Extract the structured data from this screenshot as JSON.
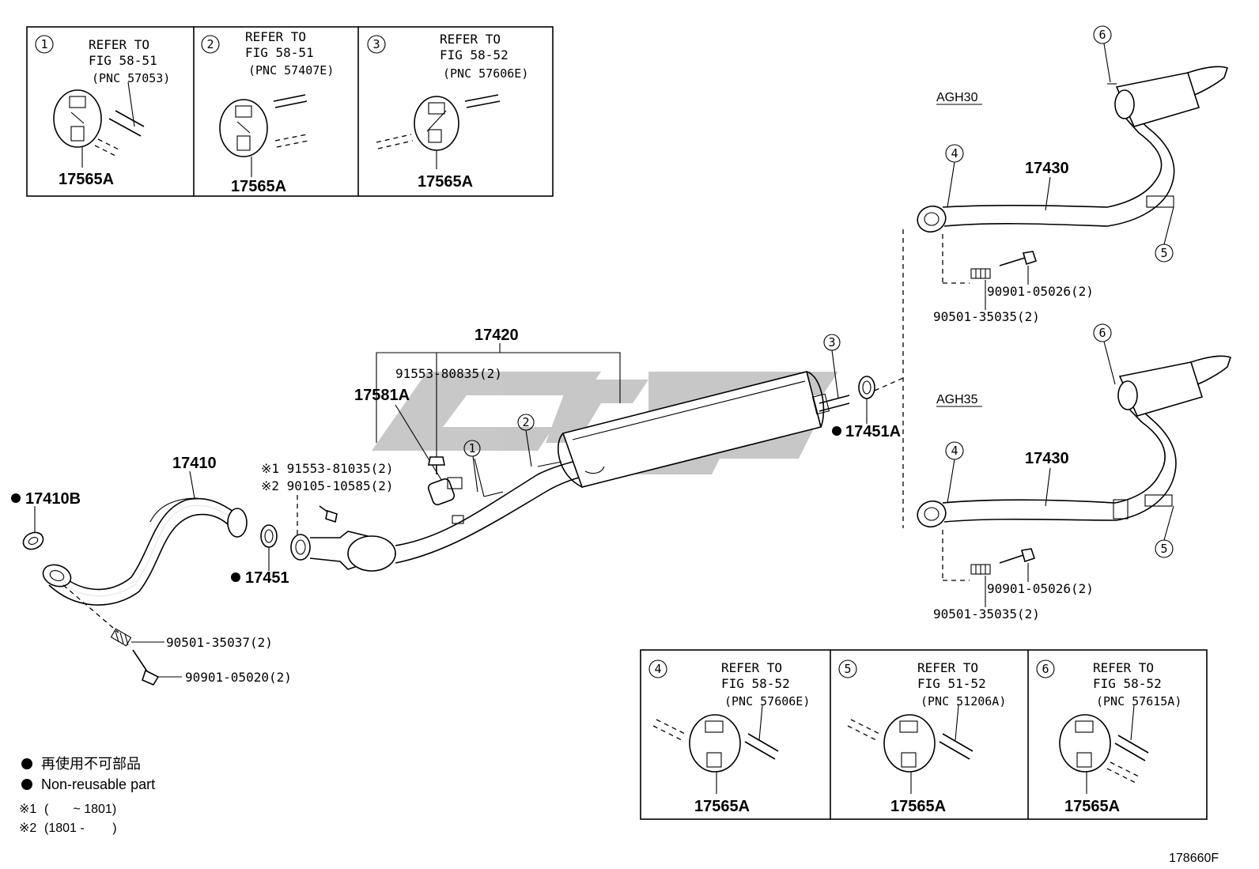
{
  "colors": {
    "line": "#000000",
    "watermark": "#9a9a9a",
    "background": "#ffffff"
  },
  "insets_top": [
    {
      "num": "1",
      "refer": "REFER TO",
      "fig": "FIG 58-51",
      "pnc": "(PNC 57053)",
      "part": "17565A"
    },
    {
      "num": "2",
      "refer": "REFER TO",
      "fig": "FIG 58-51",
      "pnc": "(PNC 57407E)",
      "part": "17565A"
    },
    {
      "num": "3",
      "refer": "REFER TO",
      "fig": "FIG 58-52",
      "pnc": "(PNC 57606E)",
      "part": "17565A"
    }
  ],
  "insets_bottom": [
    {
      "num": "4",
      "refer": "REFER TO",
      "fig": "FIG 58-52",
      "pnc": "(PNC 57606E)",
      "part": "17565A"
    },
    {
      "num": "5",
      "refer": "REFER TO",
      "fig": "FIG 51-52",
      "pnc": "(PNC 51206A)",
      "part": "17565A"
    },
    {
      "num": "6",
      "refer": "REFER TO",
      "fig": "FIG 58-52",
      "pnc": "(PNC 57615A)",
      "part": "17565A"
    }
  ],
  "variants": {
    "upper": "AGH30",
    "lower": "AGH35"
  },
  "parts": {
    "p17410B": "17410B",
    "p17410": "17410",
    "p17451": "17451",
    "p17451A": "17451A",
    "p17420": "17420",
    "p17581A": "17581A",
    "p17430_upper": "17430",
    "p17430_lower": "17430",
    "bolt_91553_80835": "91553-80835(2)",
    "bolt_91553_81035": "※1 91553-81035(2)",
    "bolt_90105_10585": "※2 90105-10585(2)",
    "spring_90501_35037": "90501-35037(2)",
    "bolt_90901_05020": "90901-05020(2)",
    "upper_90901_05026": "90901-05026(2)",
    "upper_90501_35035": "90501-35035(2)",
    "lower_90901_05026": "90901-05026(2)",
    "lower_90501_35035": "90501-35035(2)"
  },
  "callouts": {
    "c1": "1",
    "c2": "2",
    "c3": "3",
    "c4_upper": "4",
    "c5_upper": "5",
    "c6_upper": "6",
    "c4_lower": "4",
    "c5_lower": "5",
    "c6_lower": "6"
  },
  "legend": {
    "jp": "再使用不可部品",
    "en": "Non-reusable part",
    "note1_mark": "※1",
    "note1_text": "(       ~ 1801)",
    "note2_mark": "※2",
    "note2_text": "(1801 -        )"
  },
  "figure_code": "178660F",
  "watermark": "CS96"
}
